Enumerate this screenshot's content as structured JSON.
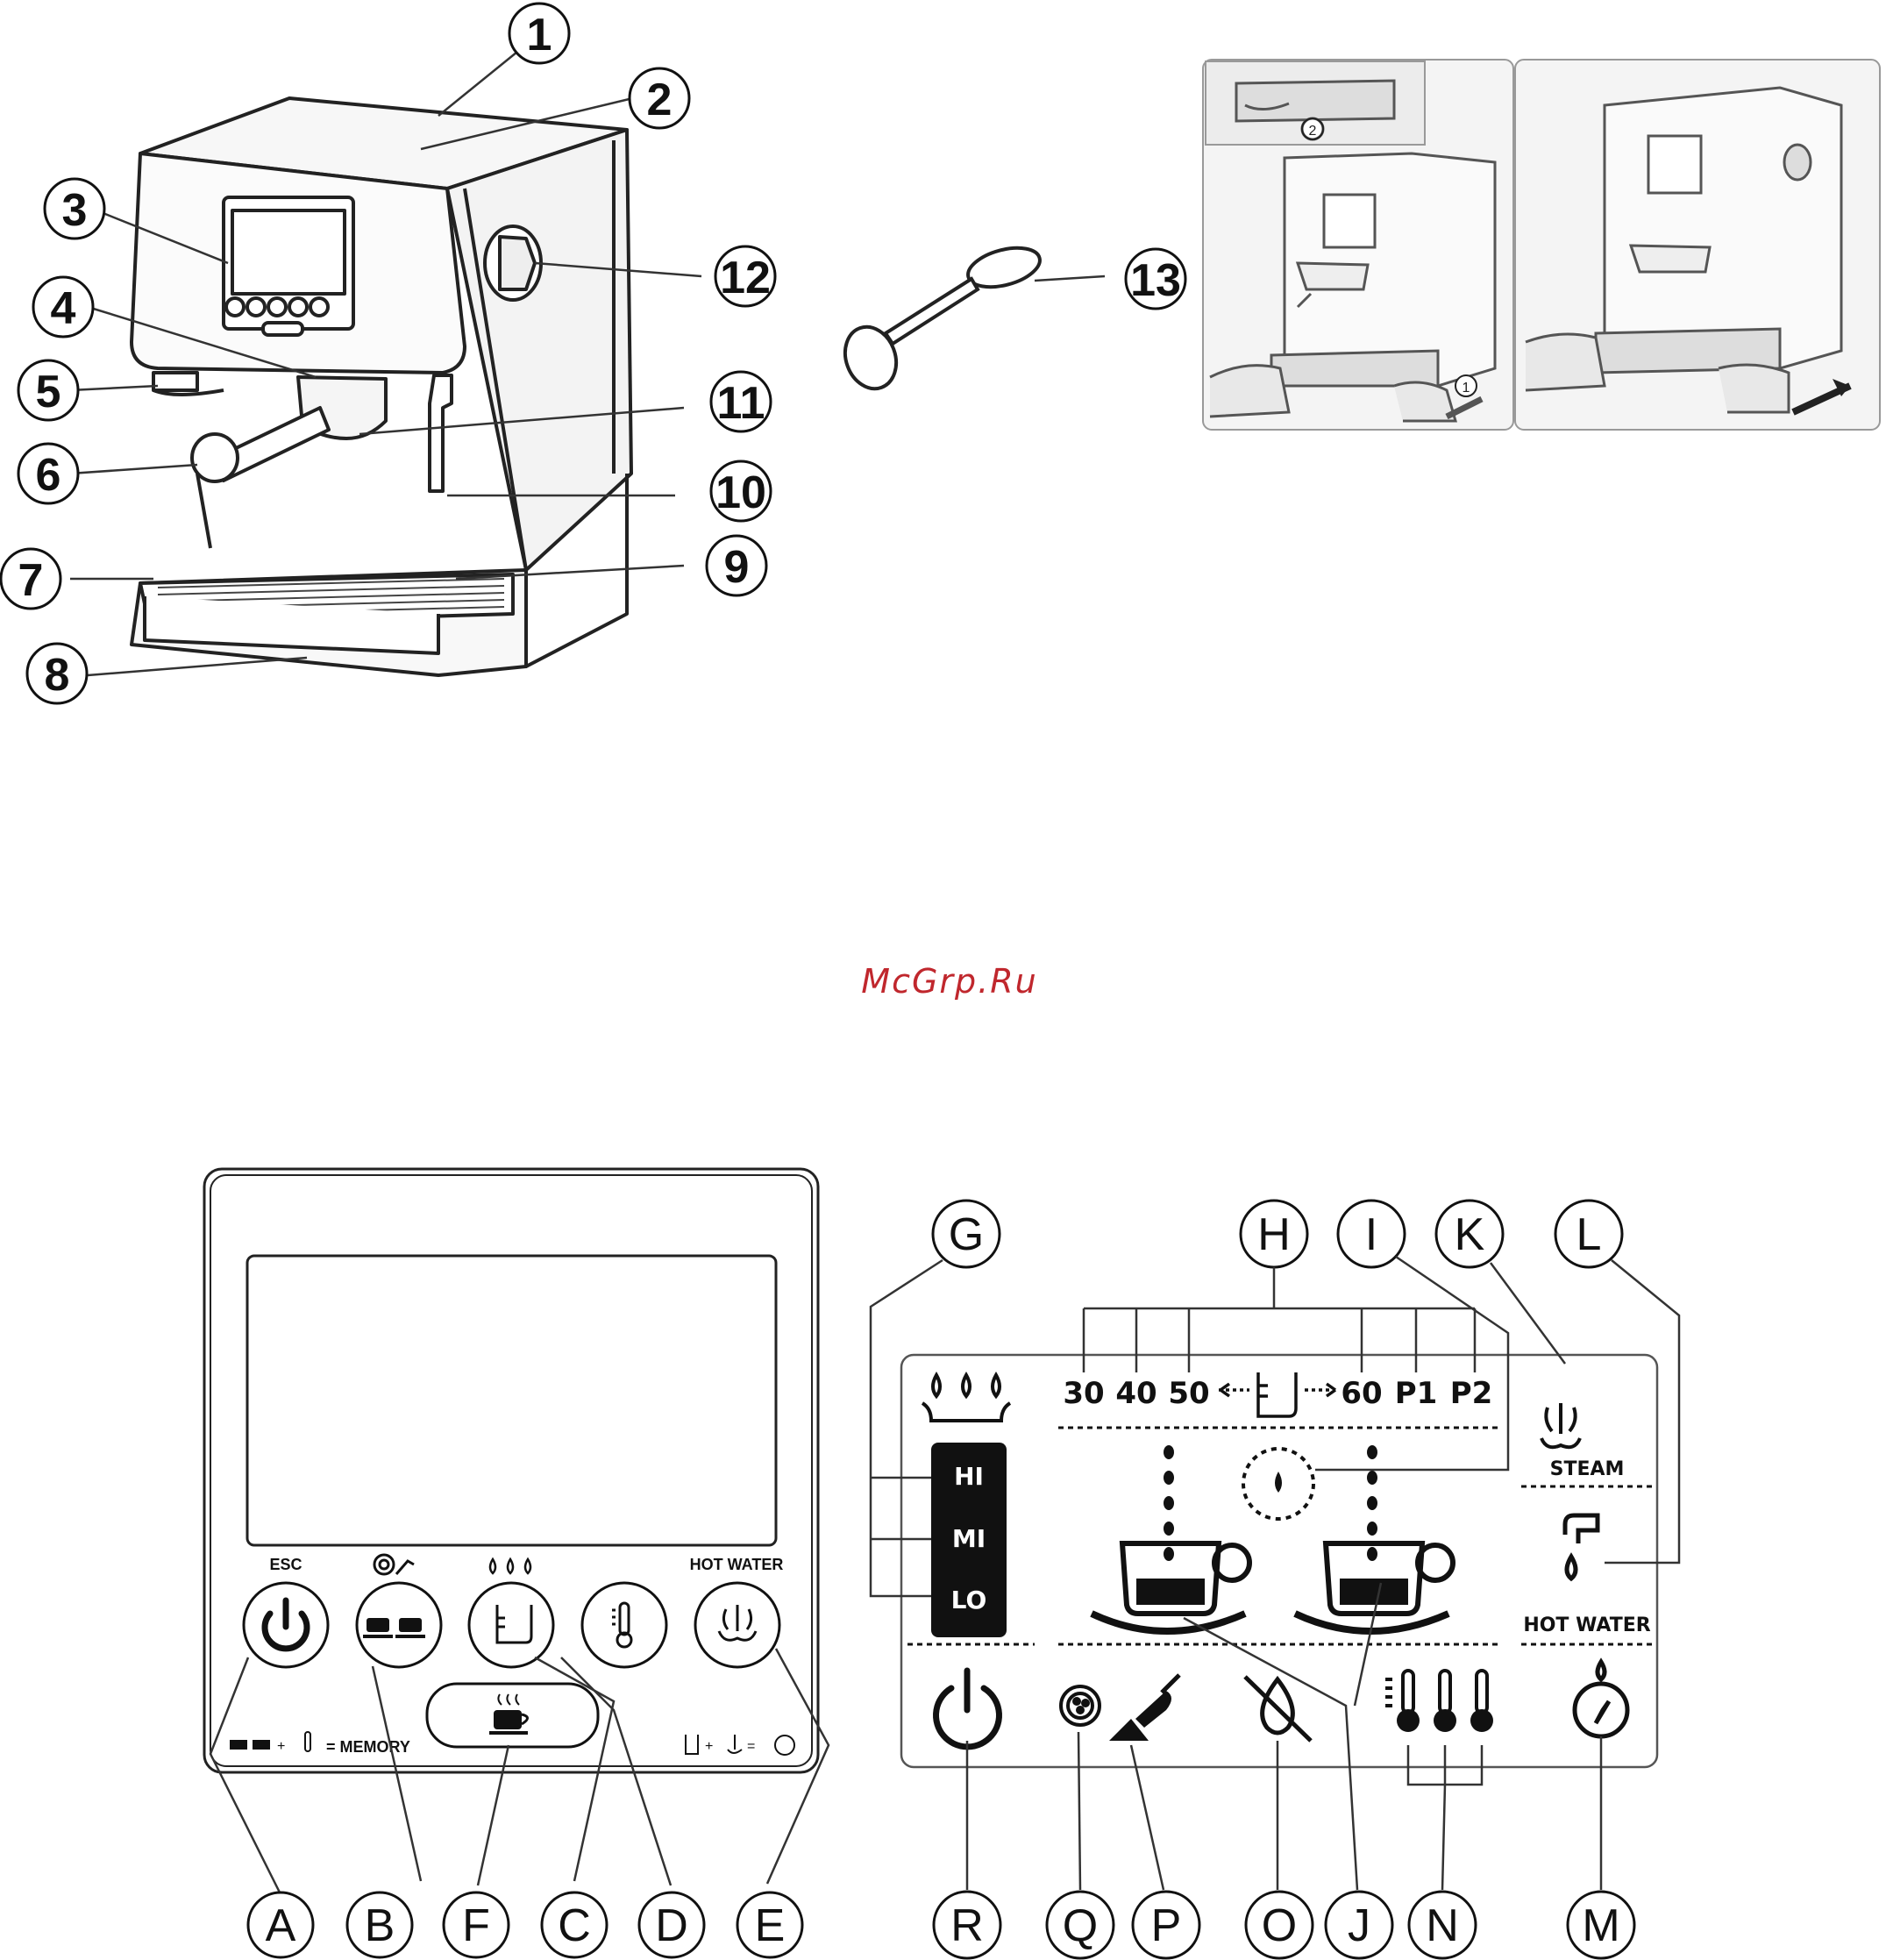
{
  "watermark": "McGrp.Ru",
  "machine_callouts": [
    "1",
    "2",
    "3",
    "4",
    "5",
    "6",
    "7",
    "8",
    "9",
    "10",
    "11",
    "12",
    "13"
  ],
  "panel": {
    "esc_label": "ESC",
    "hot_water_label": "HOT WATER",
    "memory_label": "= MEMORY",
    "callouts": [
      "A",
      "B",
      "F",
      "C",
      "D",
      "E"
    ]
  },
  "display": {
    "callouts_top": [
      "G",
      "H",
      "I",
      "K",
      "L"
    ],
    "callouts_bottom": [
      "R",
      "Q",
      "P",
      "O",
      "J",
      "N",
      "M"
    ],
    "levels": [
      "HI",
      "MI",
      "LO"
    ],
    "volumes": [
      "30",
      "40",
      "50",
      "60",
      "P1",
      "P2"
    ],
    "steam_label": "STEAM",
    "hot_water_label": "HOT WATER"
  },
  "icons": [
    "power-icon",
    "double-cup-icon",
    "beaker-icon",
    "thermometer-icon",
    "steam-icon",
    "coffee-cup-icon",
    "filter-icon",
    "drop-icon",
    "faucet-icon",
    "descale-icon"
  ]
}
